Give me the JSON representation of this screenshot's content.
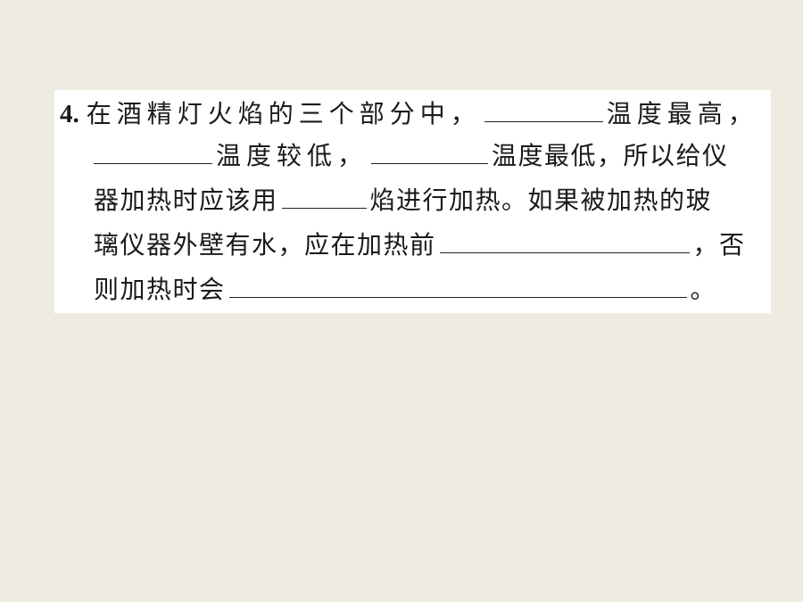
{
  "question": {
    "number": "4.",
    "line1_a": "在酒精灯火焰的三个部分中，",
    "line1_b": "温度最高，",
    "line2_a": "温度较低，",
    "line2_b": "温度最低，所以给仪",
    "line3_a": "器加热时应该用",
    "line3_b": "焰进行加热。如果被加热的玻",
    "line4_a": "璃仪器外壁有水，应在加热前",
    "line4_b": "，否",
    "line5_a": "则加热时会",
    "line5_b": "。"
  }
}
